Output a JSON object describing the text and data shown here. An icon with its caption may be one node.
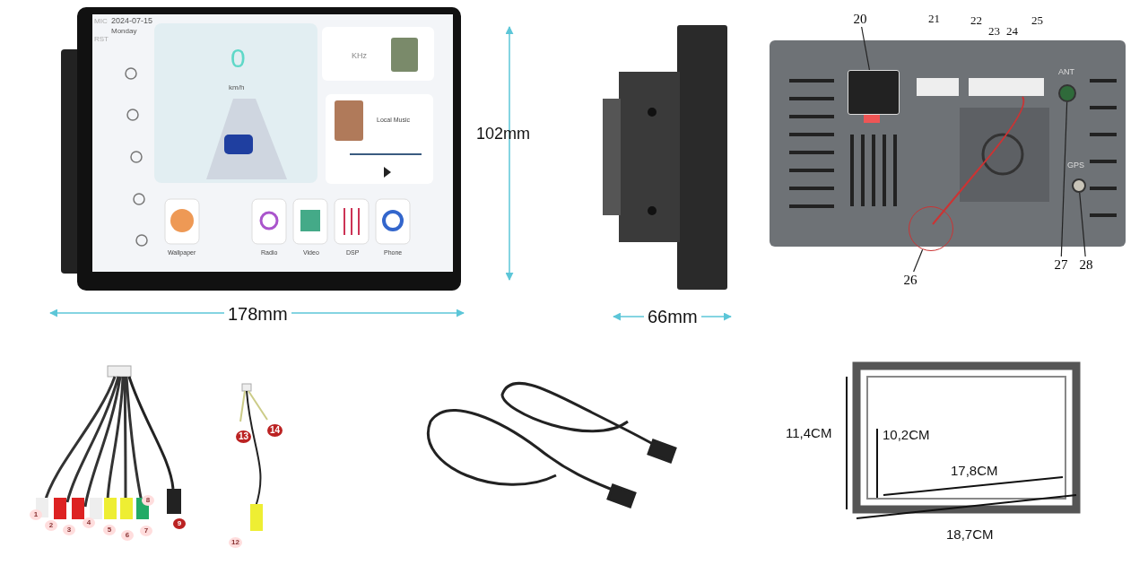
{
  "diagram": {
    "nodes": [
      {
        "text": [
          "20"
        ]
      },
      {
        "text": [],
        "shape": "box"
      },
      {
        "text": [
          "26"
        ]
      },
      {
        "text": [],
        "shape": "circle"
      },
      {
        "text": [
          "27"
        ]
      },
      {
        "text": [],
        "shape": "circle"
      },
      {
        "text": [
          "28"
        ]
      },
      {
        "text": [],
        "shape": "circle"
      }
    ],
    "edges": [
      {
        "from": 0,
        "to": 1,
        "arrow": "none"
      },
      {
        "from": 2,
        "to": 3,
        "arrow": "none"
      },
      {
        "from": 4,
        "to": 5,
        "arrow": "none"
      },
      {
        "from": 6,
        "to": 7,
        "arrow": "none"
      }
    ],
    "labels": [
      "MIC",
      "2024-07-15",
      "RST",
      "Monday",
      "0",
      "km/h",
      "KHz",
      "Local Music",
      "Wallpaper",
      "Radio",
      "Video",
      "DSP",
      "Phone",
      "102mm",
      "178mm",
      "66mm",
      "21",
      "22",
      "23",
      "24",
      "25",
      "ANT",
      "GPS",
      "13",
      "14",
      "8",
      "1",
      "2",
      "3",
      "4",
      "5",
      "6",
      "7",
      "9",
      "12",
      "11,4CM",
      "10,2CM",
      "17,8CM",
      "18,7CM"
    ]
  }
}
